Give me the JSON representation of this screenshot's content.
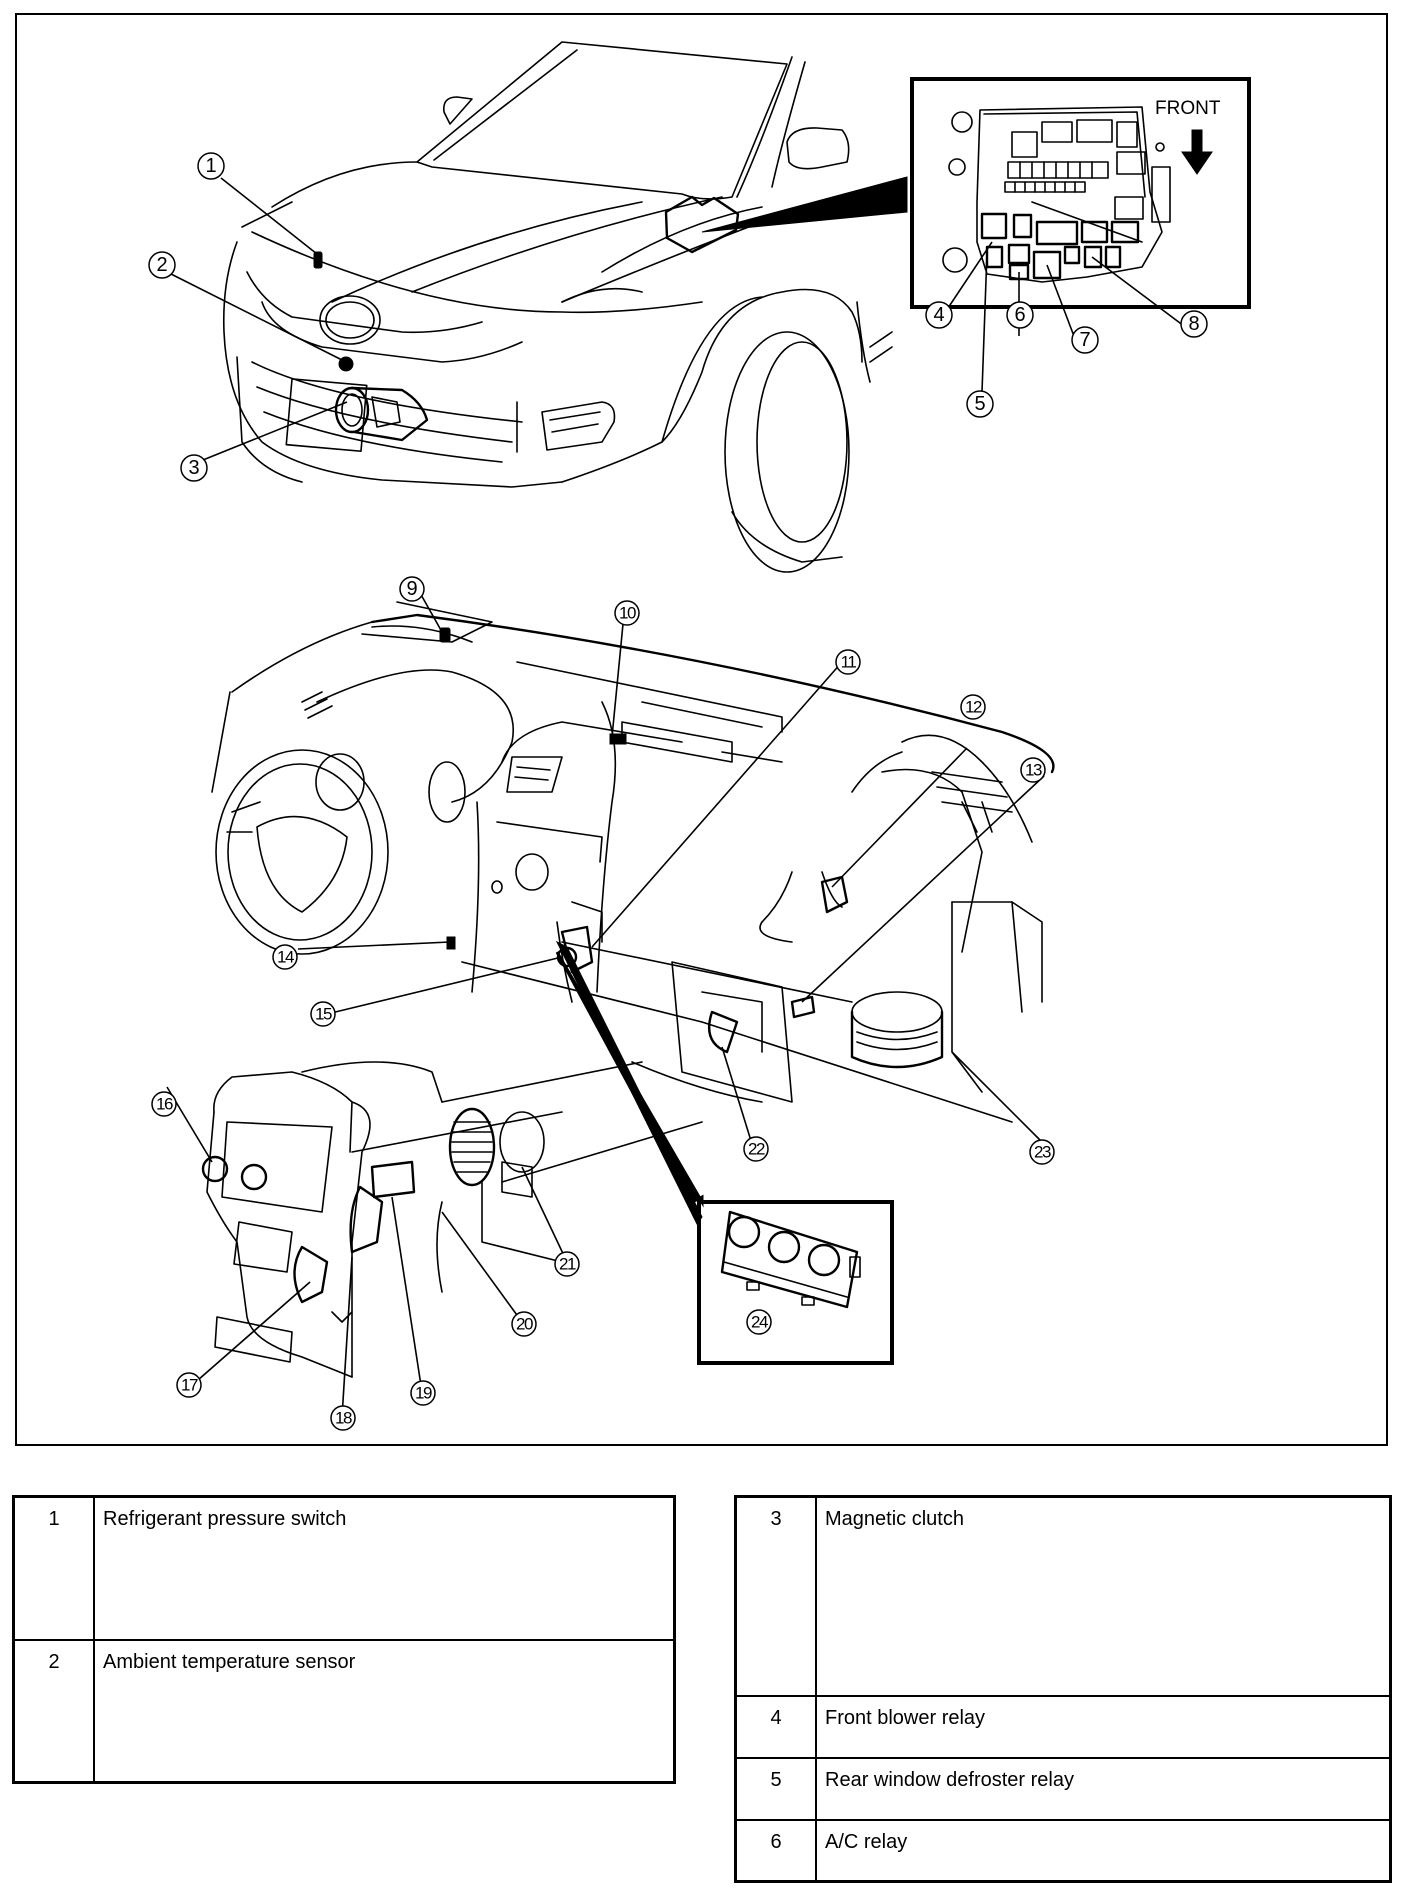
{
  "diagram": {
    "title": "A/C system component location",
    "inset_fuse_box": {
      "label": "FRONT",
      "arrow": "arrow-down-icon"
    },
    "callouts": [
      "1",
      "2",
      "3",
      "4",
      "5",
      "6",
      "7",
      "8",
      "9",
      "10",
      "11",
      "12",
      "13",
      "14",
      "15",
      "16",
      "17",
      "18",
      "19",
      "20",
      "21",
      "22",
      "23",
      "24"
    ]
  },
  "legend": {
    "left": [
      {
        "num": "1",
        "name": "Refrigerant pressure switch"
      },
      {
        "num": "2",
        "name": "Ambient temperature sensor"
      }
    ],
    "right": [
      {
        "num": "3",
        "name": "Magnetic clutch"
      },
      {
        "num": "4",
        "name": "Front blower relay"
      },
      {
        "num": "5",
        "name": "Rear window defroster relay"
      },
      {
        "num": "6",
        "name": "A/C relay"
      }
    ]
  }
}
